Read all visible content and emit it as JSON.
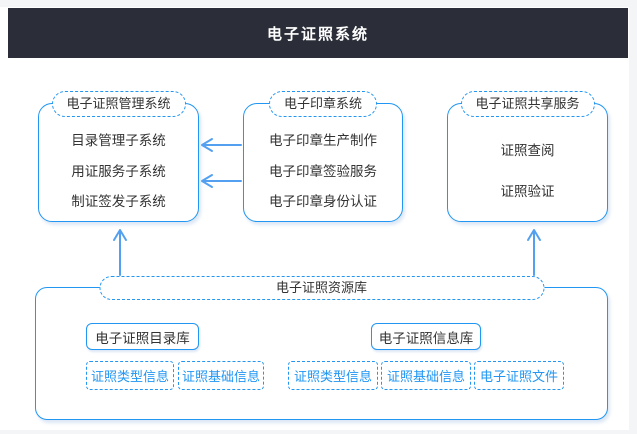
{
  "header": {
    "title": "电子证照系统"
  },
  "colors": {
    "accent": "#2196f3",
    "arrow": "#54a0f0",
    "header_bg": "#2b2e38",
    "page_bg": "#f4f5f6"
  },
  "systems": {
    "management": {
      "title": "电子证照管理系统",
      "items": [
        "目录管理子系统",
        "用证服务子系统",
        "制证签发子系统"
      ]
    },
    "seal": {
      "title": "电子印章系统",
      "items": [
        "电子印章生产制作",
        "电子印章签验服务",
        "电子印章身份认证"
      ]
    },
    "sharing": {
      "title": "电子证照共享服务",
      "items": [
        "证照查阅",
        "证照验证"
      ]
    }
  },
  "repository": {
    "title": "电子证照资源库",
    "catalog": {
      "title": "电子证照目录库",
      "items": [
        "证照类型信息",
        "证照基础信息"
      ]
    },
    "info": {
      "title": "电子证照信息库",
      "items": [
        "证照类型信息",
        "证照基础信息",
        "电子证照文件"
      ]
    }
  }
}
